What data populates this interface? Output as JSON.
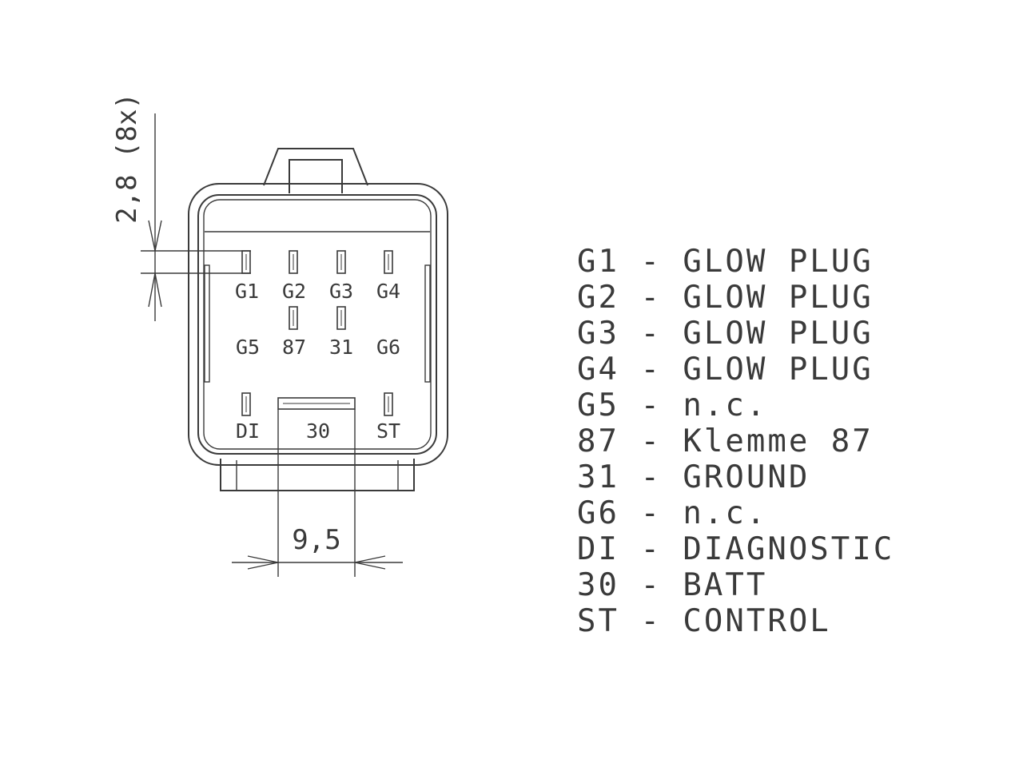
{
  "dimensions": {
    "pin_width": "2,8 (8x)",
    "pin_spacing": "9,5"
  },
  "pins": {
    "g1": "G1",
    "g2": "G2",
    "g3": "G3",
    "g4": "G4",
    "g5": "G5",
    "p87": "87",
    "p31": "31",
    "g6": "G6",
    "di": "DI",
    "p30": "30",
    "st": "ST"
  },
  "legend": [
    {
      "code": "G1",
      "desc": "GLOW PLUG"
    },
    {
      "code": "G2",
      "desc": "GLOW PLUG"
    },
    {
      "code": "G3",
      "desc": "GLOW PLUG"
    },
    {
      "code": "G4",
      "desc": "GLOW PLUG"
    },
    {
      "code": "G5",
      "desc": "n.c."
    },
    {
      "code": "87",
      "desc": "Klemme 87"
    },
    {
      "code": "31",
      "desc": "GROUND"
    },
    {
      "code": "G6",
      "desc": "n.c."
    },
    {
      "code": "DI",
      "desc": "DIAGNOSTIC"
    },
    {
      "code": "30",
      "desc": "BATT"
    },
    {
      "code": "ST",
      "desc": "CONTROL"
    }
  ],
  "separator": "-"
}
